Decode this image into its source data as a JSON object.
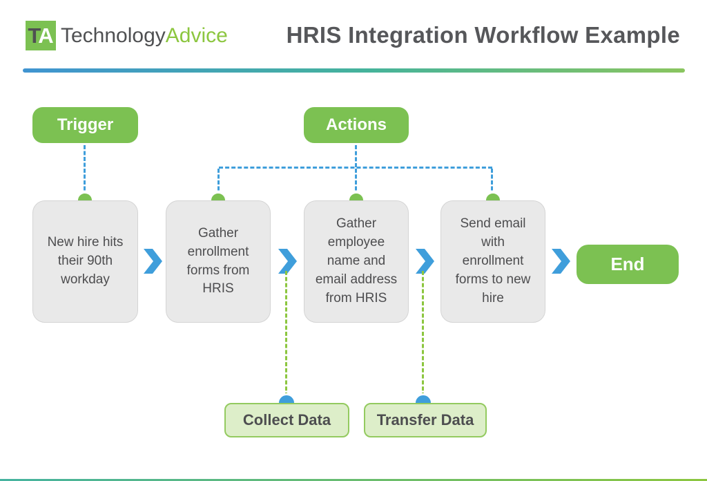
{
  "header": {
    "logo_mark_t": "T",
    "logo_mark_a": "A",
    "brand_part1": "Technology",
    "brand_part2": "Advice",
    "title": "HRIS Integration Workflow Example"
  },
  "diagram": {
    "trigger_label": "Trigger",
    "actions_label": "Actions",
    "end_label": "End",
    "steps": [
      "New hire hits their 90th workday",
      "Gather enrollment forms from HRIS",
      "Gather employee name and email address from HRIS",
      "Send email with enrollment forms to new hire"
    ],
    "data_labels": {
      "collect": "Collect Data",
      "transfer": "Transfer Data"
    }
  },
  "colors": {
    "brand_green": "#7cc152",
    "accent_green": "#8cc63f",
    "accent_blue": "#3f9edb",
    "box_gray": "#e9e9e9",
    "text_dark": "#56575a",
    "light_green_fill": "#ddeec9",
    "gradient_left_blue": "#4094d1",
    "gradient_mid_teal": "#45b39b",
    "gradient_right_green": "#8ac55f"
  }
}
